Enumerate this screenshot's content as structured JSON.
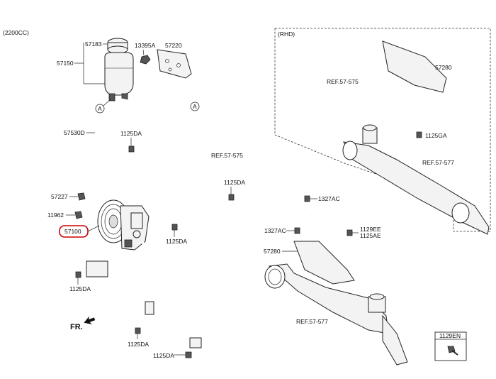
{
  "engine_variant": "(2200CC)",
  "rhd_label": "(RHD)",
  "fr_label": "FR.",
  "highlighted_part": "57100",
  "labels": {
    "p57183": "57183",
    "p57150": "57150",
    "p13395A": "13395A",
    "p57220": "57220",
    "p57530D": "57530D",
    "p1125DA_a": "1125DA",
    "p57227": "57227",
    "p11962": "11962",
    "p57100": "57100",
    "p1125DA_b": "1125DA",
    "p1125DA_c": "1125DA",
    "p1125DA_d": "1125DA",
    "p1125DA_e": "1125DA",
    "p1125DA_f": "1125DA",
    "p1327AC_a": "1327AC",
    "p1327AC_b": "1327AC",
    "p57280_a": "57280",
    "p57280_b": "57280",
    "p1129EE": "1129EE",
    "p1125AE": "1125AE",
    "p1125GA": "1125GA",
    "p1129EN": "1129EN",
    "ref_575_a": "REF.57-575",
    "ref_575_b": "REF.57-575",
    "ref_577_a": "REF.57-577",
    "ref_577_b": "REF.57-577",
    "circle_a1": "A",
    "circle_a2": "A"
  }
}
